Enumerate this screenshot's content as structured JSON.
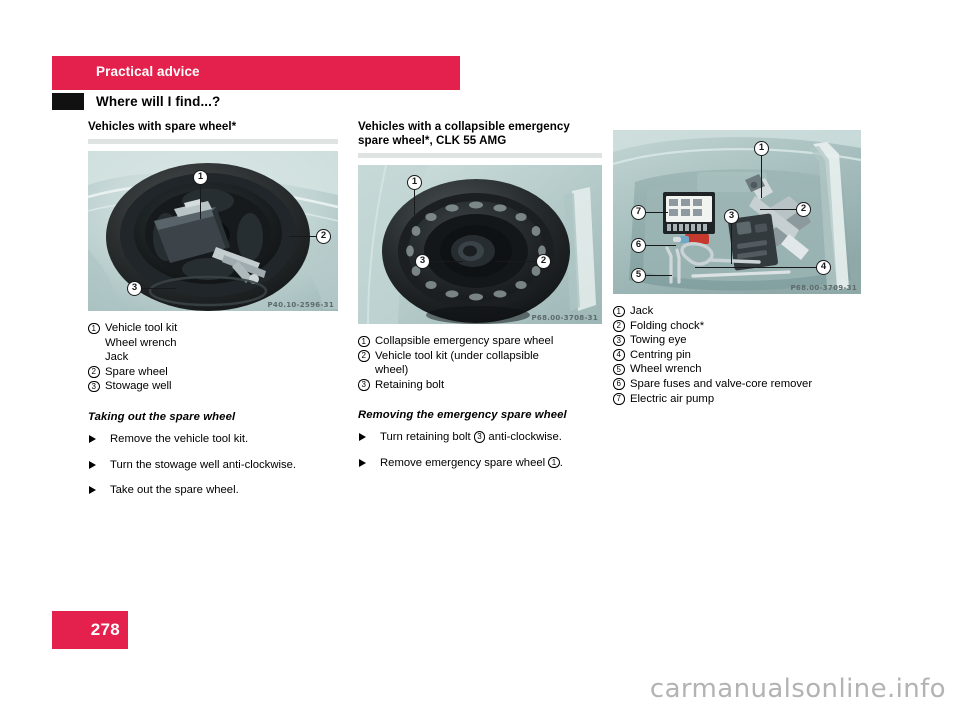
{
  "header": {
    "chapter": "Practical advice",
    "section": "Where will I find...?"
  },
  "columns": {
    "left": {
      "heading": "Vehicles with spare wheel*",
      "figure": {
        "code": "P40.10-2596-31",
        "callouts": [
          "1",
          "2",
          "3"
        ]
      },
      "items": [
        {
          "num": "1",
          "text": "Vehicle tool kit"
        },
        {
          "num": "",
          "text": "Wheel wrench"
        },
        {
          "num": "",
          "text": "Jack"
        },
        {
          "num": "2",
          "text": "Spare wheel"
        },
        {
          "num": "3",
          "text": "Stowage well"
        }
      ],
      "procedure_heading": "Taking out the spare wheel",
      "steps": [
        "Remove the vehicle tool kit.",
        "Turn the stowage well anti-clockwise.",
        "Take out the spare wheel."
      ]
    },
    "middle": {
      "heading_line1": "Vehicles with a collapsible emergency",
      "heading_line2": "spare wheel*, CLK 55 AMG",
      "figure": {
        "code": "P68.00-3708-31",
        "callouts": [
          "1",
          "2",
          "3"
        ]
      },
      "items": [
        {
          "num": "1",
          "text": "Collapsible emergency spare wheel"
        },
        {
          "num": "2",
          "text": "Vehicle tool kit (under collapsible"
        },
        {
          "num": "",
          "text": "wheel)"
        },
        {
          "num": "3",
          "text": "Retaining bolt"
        }
      ],
      "procedure_heading": "Removing the emergency spare wheel",
      "steps": [
        {
          "before": "Turn retaining bolt ",
          "ref": "3",
          "after": " anti-clockwise."
        },
        {
          "before": "Remove emergency spare wheel ",
          "ref": "1",
          "after": "."
        }
      ]
    },
    "right": {
      "figure": {
        "code": "P68.00-3709-31",
        "callouts": [
          "1",
          "2",
          "3",
          "4",
          "5",
          "6",
          "7"
        ]
      },
      "items": [
        {
          "num": "1",
          "text": "Jack"
        },
        {
          "num": "2",
          "text": "Folding chock*"
        },
        {
          "num": "3",
          "text": "Towing eye"
        },
        {
          "num": "4",
          "text": "Centring pin"
        },
        {
          "num": "5",
          "text": "Wheel wrench"
        },
        {
          "num": "6",
          "text": "Spare fuses and valve-core remover"
        },
        {
          "num": "7",
          "text": "Electric air pump"
        }
      ]
    }
  },
  "footer": {
    "page_number": "278",
    "watermark": "carmanualsonline.info"
  },
  "colors": {
    "accent_red": "#E4204C",
    "tab_black": "#111111",
    "rule_gray": "#dfe4e2"
  }
}
